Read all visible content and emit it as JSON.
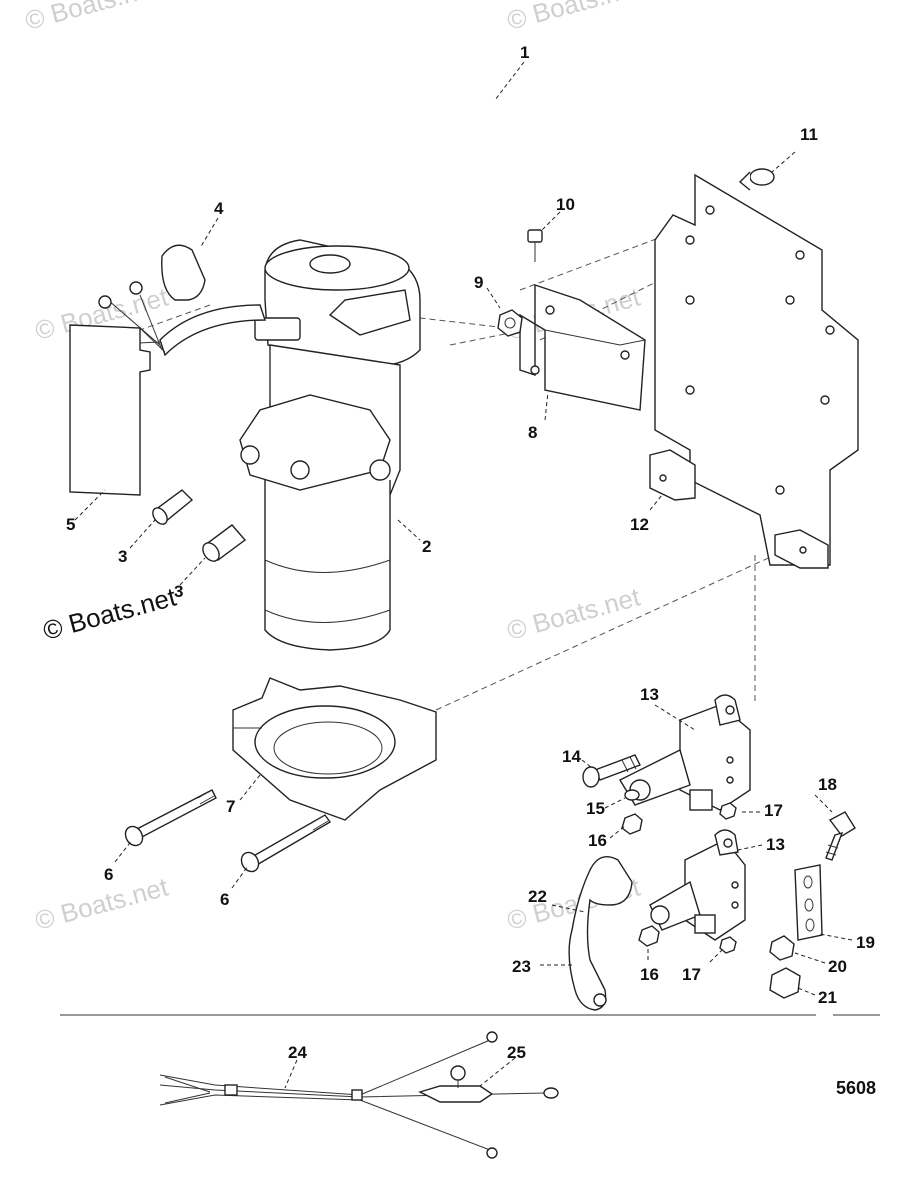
{
  "copyright": "© Boats.net",
  "watermark": "© Boats.net",
  "figure_number": "5608",
  "callouts": [
    "1",
    "2",
    "3",
    "3",
    "4",
    "5",
    "6",
    "6",
    "7",
    "8",
    "9",
    "10",
    "11",
    "12",
    "13",
    "13",
    "14",
    "15",
    "16",
    "16",
    "17",
    "17",
    "18",
    "19",
    "20",
    "21",
    "22",
    "23",
    "24",
    "25"
  ]
}
